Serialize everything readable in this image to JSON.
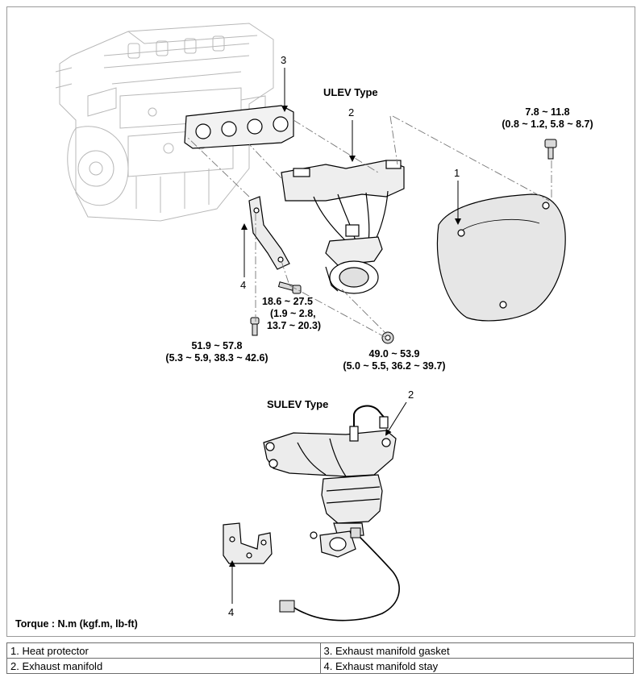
{
  "diagram": {
    "ulev_title": "ULEV Type",
    "sulev_title": "SULEV Type",
    "torque_note": "Torque : N.m (kgf.m, lb-ft)",
    "callouts": {
      "c3": "3",
      "c2_ulev": "2",
      "c1": "1",
      "c4_ulev": "4",
      "c2_sulev": "2",
      "c4_sulev": "4"
    },
    "torques": {
      "heat_protector_bolt": [
        "7.8 ~ 11.8",
        "(0.8 ~ 1.2, 5.8 ~ 8.7)"
      ],
      "stay_bolt_upper": [
        "18.6 ~ 27.5",
        "(1.9 ~ 2.8,",
        "13.7 ~ 20.3)"
      ],
      "stay_bolt_lower": [
        "51.9 ~ 57.8",
        "(5.3 ~ 5.9, 38.3 ~ 42.6)"
      ],
      "manifold_nut": [
        "49.0 ~ 53.9",
        "(5.0 ~ 5.5, 36.2 ~ 39.7)"
      ]
    }
  },
  "legend": {
    "rows": [
      [
        "1. Heat protector",
        "3. Exhaust manifold gasket"
      ],
      [
        "2. Exhaust manifold",
        "4. Exhaust manifold stay"
      ]
    ]
  }
}
